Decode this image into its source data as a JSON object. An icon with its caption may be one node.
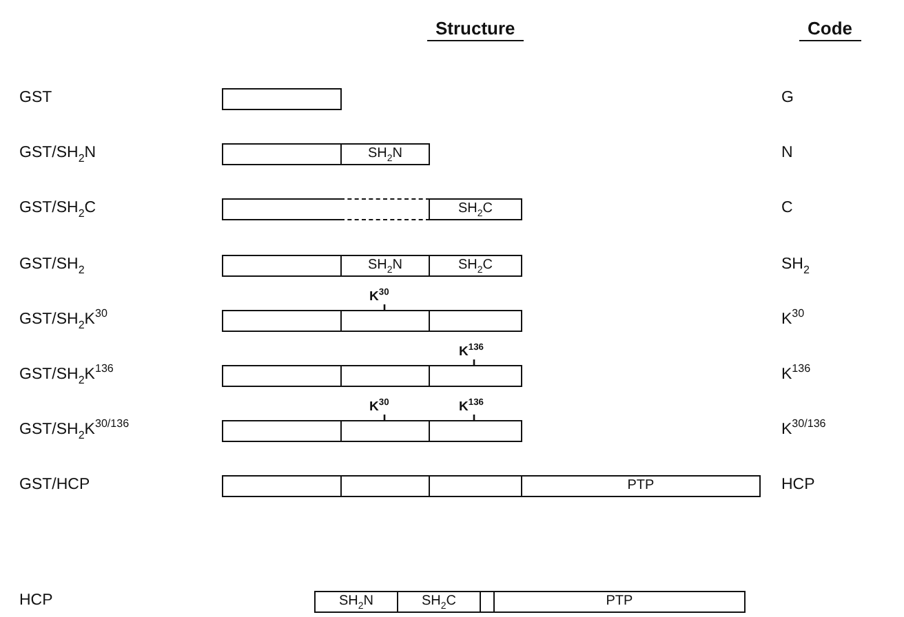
{
  "diagram": {
    "nodes": [
      {
        "text": [],
        "shape": "box"
      },
      {
        "text": [],
        "shape": "box"
      },
      {
        "text": [
          "SH$_{2}$N"
        ]
      },
      {
        "text": [],
        "shape": "box"
      },
      {
        "text": [],
        "shape": "box"
      },
      {
        "text": [
          "SH$_{2}$C"
        ]
      },
      {
        "text": [],
        "shape": "box"
      },
      {
        "text": [
          "SH$_{2}$N"
        ]
      },
      {
        "text": [
          "SH$_{2}$C"
        ]
      },
      {
        "text": [],
        "shape": "box"
      },
      {
        "text": [],
        "shape": "box"
      },
      {
        "text": [],
        "shape": "box"
      },
      {
        "text": [],
        "shape": "box"
      },
      {
        "text": [],
        "shape": "box"
      },
      {
        "text": [],
        "shape": "box"
      },
      {
        "text": [],
        "shape": "box"
      },
      {
        "text": [],
        "shape": "box"
      },
      {
        "text": [],
        "shape": "box"
      },
      {
        "text": [],
        "shape": "box"
      },
      {
        "text": [],
        "shape": "box"
      },
      {
        "text": [],
        "shape": "box"
      },
      {
        "text": [
          "PTP"
        ]
      },
      {
        "text": [
          "SH$_{2}$N"
        ]
      },
      {
        "text": [
          "SH$_{2}$C"
        ]
      },
      {
        "text": [],
        "shape": "box"
      },
      {
        "text": [
          "PTP"
        ]
      }
    ],
    "labels": [
      "Structure",
      "Code",
      "GST",
      "G",
      "GST/SH$_{2}$N",
      "N",
      "GST/SH$_{2}$C",
      "C",
      "GST/SH$_{2}$",
      "SH$_{2}$",
      "K$^{30}$",
      "GST/SH$_{2}$K$^{30}$",
      "K$^{30}$",
      "K$^{136}$",
      "GST/SH$_{2}$K$^{136}$",
      "K$^{136}$",
      "K$^{30}$",
      "K$^{136}$",
      "GST/SH$_{2}$K$^{30/136}$",
      "K$^{30/136}$",
      "GST/HCP",
      "HCP",
      "HCP"
    ]
  }
}
